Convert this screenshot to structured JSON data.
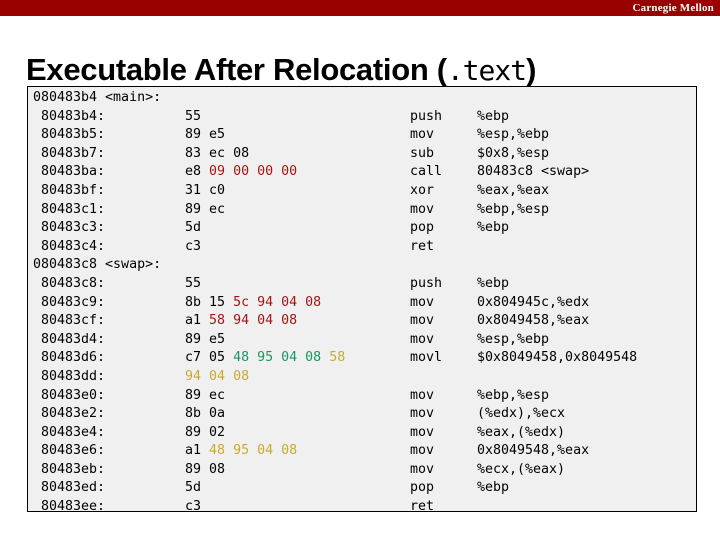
{
  "brand": {
    "name": "Carnegie Mellon",
    "band_color": "#990000"
  },
  "title": {
    "prefix": "Executable After Relocation (",
    "mono": ".text",
    "suffix": ")"
  },
  "colors": {
    "red": "#a31515",
    "green": "#1a9663",
    "gold": "#c9aa31",
    "code_bg": "#f0f0f0",
    "code_border": "#000000",
    "text": "#000000"
  },
  "listing": {
    "sections": [
      {
        "header": "080483b4 <main>:",
        "rows": [
          {
            "addr": "80483b4:",
            "bytes": [
              {
                "t": "55",
                "c": "black"
              }
            ],
            "mnemonic": "push",
            "operands": "%ebp"
          },
          {
            "addr": "80483b5:",
            "bytes": [
              {
                "t": "89",
                "c": "black"
              },
              {
                "t": "e5",
                "c": "black"
              }
            ],
            "mnemonic": "mov",
            "operands": "%esp,%ebp"
          },
          {
            "addr": "80483b7:",
            "bytes": [
              {
                "t": "83",
                "c": "black"
              },
              {
                "t": "ec",
                "c": "black"
              },
              {
                "t": "08",
                "c": "black"
              }
            ],
            "mnemonic": "sub",
            "operands": "$0x8,%esp"
          },
          {
            "addr": "80483ba:",
            "bytes": [
              {
                "t": "e8",
                "c": "black"
              },
              {
                "t": "09",
                "c": "red"
              },
              {
                "t": "00",
                "c": "red"
              },
              {
                "t": "00",
                "c": "red"
              },
              {
                "t": "00",
                "c": "red"
              }
            ],
            "mnemonic": "call",
            "operands": "80483c8 <swap>"
          },
          {
            "addr": "80483bf:",
            "bytes": [
              {
                "t": "31",
                "c": "black"
              },
              {
                "t": "c0",
                "c": "black"
              }
            ],
            "mnemonic": "xor",
            "operands": "%eax,%eax"
          },
          {
            "addr": "80483c1:",
            "bytes": [
              {
                "t": "89",
                "c": "black"
              },
              {
                "t": "ec",
                "c": "black"
              }
            ],
            "mnemonic": "mov",
            "operands": "%ebp,%esp"
          },
          {
            "addr": "80483c3:",
            "bytes": [
              {
                "t": "5d",
                "c": "black"
              }
            ],
            "mnemonic": "pop",
            "operands": "%ebp"
          },
          {
            "addr": "80483c4:",
            "bytes": [
              {
                "t": "c3",
                "c": "black"
              }
            ],
            "mnemonic": "ret",
            "operands": ""
          }
        ]
      },
      {
        "header": "080483c8 <swap>:",
        "rows": [
          {
            "addr": "80483c8:",
            "bytes": [
              {
                "t": "55",
                "c": "black"
              }
            ],
            "mnemonic": "push",
            "operands": "%ebp"
          },
          {
            "addr": "80483c9:",
            "bytes": [
              {
                "t": "8b",
                "c": "black"
              },
              {
                "t": "15",
                "c": "black"
              },
              {
                "t": "5c",
                "c": "red"
              },
              {
                "t": "94",
                "c": "red"
              },
              {
                "t": "04",
                "c": "red"
              },
              {
                "t": "08",
                "c": "red"
              }
            ],
            "mnemonic": "mov",
            "operands": "0x804945c,%edx"
          },
          {
            "addr": "80483cf:",
            "bytes": [
              {
                "t": "a1",
                "c": "black"
              },
              {
                "t": "58",
                "c": "red"
              },
              {
                "t": "94",
                "c": "red"
              },
              {
                "t": "04",
                "c": "red"
              },
              {
                "t": "08",
                "c": "red"
              }
            ],
            "mnemonic": "mov",
            "operands": "0x8049458,%eax"
          },
          {
            "addr": "80483d4:",
            "bytes": [
              {
                "t": "89",
                "c": "black"
              },
              {
                "t": "e5",
                "c": "black"
              }
            ],
            "mnemonic": "mov",
            "operands": "%esp,%ebp"
          },
          {
            "addr": "80483d6:",
            "bytes": [
              {
                "t": "c7",
                "c": "black"
              },
              {
                "t": "05",
                "c": "black"
              },
              {
                "t": "48",
                "c": "green"
              },
              {
                "t": "95",
                "c": "green"
              },
              {
                "t": "04",
                "c": "green"
              },
              {
                "t": "08",
                "c": "green"
              },
              {
                "t": "58",
                "c": "gold"
              }
            ],
            "mnemonic": "movl",
            "operands": "$0x8049458,0x8049548"
          },
          {
            "addr": "80483dd:",
            "bytes": [
              {
                "t": "94",
                "c": "gold"
              },
              {
                "t": "04",
                "c": "gold"
              },
              {
                "t": "08",
                "c": "gold"
              }
            ],
            "mnemonic": "",
            "operands": ""
          },
          {
            "addr": "80483e0:",
            "bytes": [
              {
                "t": "89",
                "c": "black"
              },
              {
                "t": "ec",
                "c": "black"
              }
            ],
            "mnemonic": "mov",
            "operands": "%ebp,%esp"
          },
          {
            "addr": "80483e2:",
            "bytes": [
              {
                "t": "8b",
                "c": "black"
              },
              {
                "t": "0a",
                "c": "black"
              }
            ],
            "mnemonic": "mov",
            "operands": "(%edx),%ecx"
          },
          {
            "addr": "80483e4:",
            "bytes": [
              {
                "t": "89",
                "c": "black"
              },
              {
                "t": "02",
                "c": "black"
              }
            ],
            "mnemonic": "mov",
            "operands": "%eax,(%edx)"
          },
          {
            "addr": "80483e6:",
            "bytes": [
              {
                "t": "a1",
                "c": "black"
              },
              {
                "t": "48",
                "c": "gold"
              },
              {
                "t": "95",
                "c": "gold"
              },
              {
                "t": "04",
                "c": "gold"
              },
              {
                "t": "08",
                "c": "gold"
              }
            ],
            "mnemonic": "mov",
            "operands": "0x8049548,%eax"
          },
          {
            "addr": "80483eb:",
            "bytes": [
              {
                "t": "89",
                "c": "black"
              },
              {
                "t": "08",
                "c": "black"
              }
            ],
            "mnemonic": "mov",
            "operands": "%ecx,(%eax)"
          },
          {
            "addr": "80483ed:",
            "bytes": [
              {
                "t": "5d",
                "c": "black"
              }
            ],
            "mnemonic": "pop",
            "operands": "%ebp"
          },
          {
            "addr": "80483ee:",
            "bytes": [
              {
                "t": "c3",
                "c": "black"
              }
            ],
            "mnemonic": "ret",
            "operands": ""
          }
        ]
      }
    ]
  }
}
